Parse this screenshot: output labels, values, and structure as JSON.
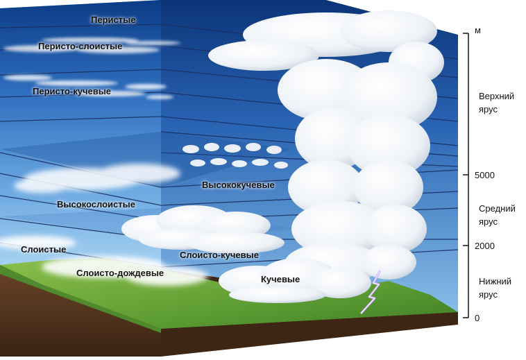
{
  "clouds": {
    "cirrus": "Перистые",
    "cirrostratus": "Перисто-слоистые",
    "cirrocumulus": "Перисто-кучевые",
    "altocumulus": "Высококучевые",
    "altostratus": "Высокослоистые",
    "stratus": "Слоистые",
    "stratocumulus": "Слоисто-кучевые",
    "nimbostratus": "Слоисто-дождевые",
    "cumulus": "Кучевые"
  },
  "scale": {
    "unit": "м",
    "ticks": [
      "5000",
      "2000",
      "0"
    ],
    "tiers": {
      "upper": [
        "Верхний",
        "ярус"
      ],
      "middle": [
        "Средний",
        "ярус"
      ],
      "lower": [
        "Нижний",
        "ярус"
      ]
    }
  },
  "colors": {
    "sky_top": "#0d3f8a",
    "sky_bottom": "#8ec4ea",
    "ground_green": "#6aa83a",
    "soil": "#5a3b22",
    "layer_line": "#1b2f63",
    "lightning": "#c9a6ff"
  }
}
